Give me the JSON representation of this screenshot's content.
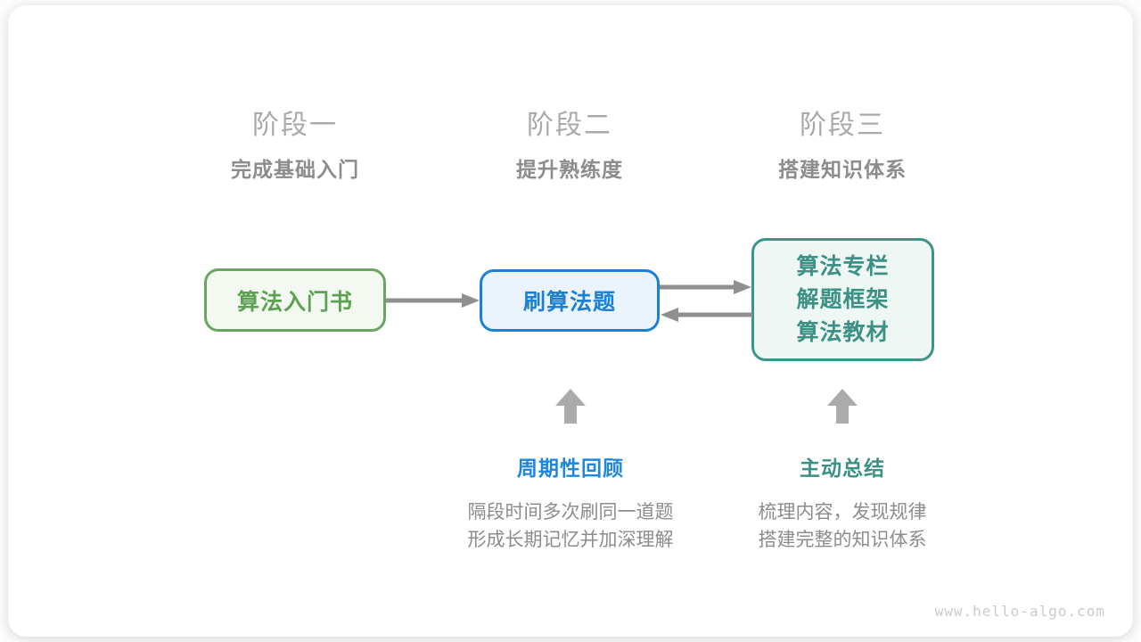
{
  "stages": [
    {
      "title": "阶段一",
      "subtitle": "完成基础入门"
    },
    {
      "title": "阶段二",
      "subtitle": "提升熟练度"
    },
    {
      "title": "阶段三",
      "subtitle": "搭建知识体系"
    }
  ],
  "nodes": {
    "intro_book": {
      "label": "算法入门书"
    },
    "practice": {
      "label": "刷算法题"
    },
    "resources": {
      "lines": [
        "算法专栏",
        "解题框架",
        "算法教材"
      ]
    }
  },
  "annotations": {
    "periodic_review": {
      "title": "周期性回顾",
      "lines": [
        "隔段时间多次刷同一道题",
        "形成长期记忆并加深理解"
      ]
    },
    "active_summary": {
      "title": "主动总结",
      "lines": [
        "梳理内容，发现规律",
        "搭建完整的知识体系"
      ]
    }
  },
  "icons": {
    "flow": [
      "arrow-right-icon",
      "arrow-right-icon",
      "arrow-left-icon"
    ],
    "annotation": [
      "arrow-up-icon",
      "arrow-up-icon"
    ]
  },
  "colors": {
    "green_border": "#68a75e",
    "green_bg": "#f3f9f1",
    "green_text": "#5da253",
    "blue_border": "#1c80d6",
    "blue_bg": "#ebf4fc",
    "blue_text": "#1c80d6",
    "teal_border": "#3d948a",
    "teal_bg": "#eff7f5",
    "teal_text": "#3a9184",
    "flow_arrow_gray": "#8f8f8f",
    "up_arrow_gray": "#ababab",
    "stage_title_gray": "#a9a9a9",
    "stage_subtitle_gray": "#8c8c8c",
    "description_gray": "#8c8c8c",
    "watermark_gray": "#cbcbcb",
    "annotation_blue": "#1e87dd",
    "annotation_teal": "#3a9184"
  },
  "footer": {
    "watermark": "www.hello-algo.com"
  }
}
